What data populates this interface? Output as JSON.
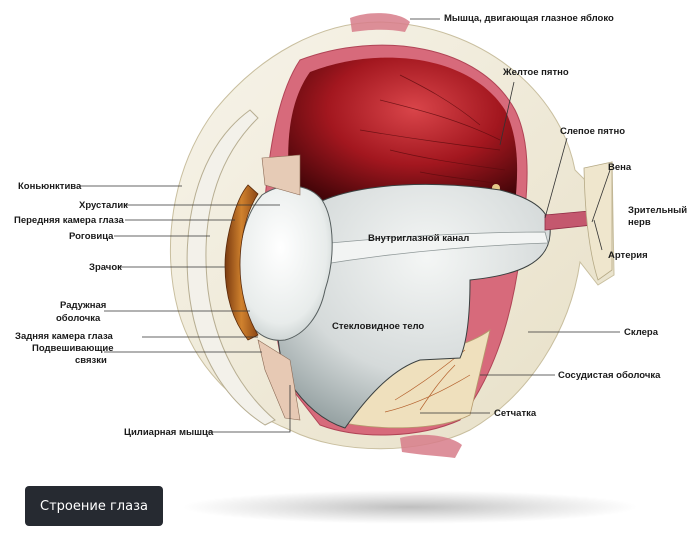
{
  "diagram": {
    "title": "Строение глаза",
    "colors": {
      "sclera": "#efe9d6",
      "choroid": "#c94a5a",
      "retina_inner": "#8b1118",
      "vitreous": "#d9dede",
      "lens": "#eef1f0",
      "iris": "#b8651f",
      "caption_bg": "#262a31"
    },
    "labels": {
      "muscle": "Мышца, двигающая глазное яблоко",
      "macula": "Желтое пятно",
      "blind_spot": "Слепое пятно",
      "vein": "Вена",
      "optic_nerve_line1": "Зрительный",
      "optic_nerve_line2": "нерв",
      "artery": "Артерия",
      "hyaloid_canal": "Внутриглазной канал",
      "vitreous_body": "Стекловидное тело",
      "sclera": "Склера",
      "choroid": "Сосудистая оболочка",
      "retina": "Сетчатка",
      "ciliary_muscle": "Цилиарная мышца",
      "conjunctiva": "Коньюнктива",
      "lens": "Хрусталик",
      "anterior_chamber": "Передняя камера глаза",
      "cornea": "Роговица",
      "pupil": "Зрачок",
      "iris_line1": "Радужная",
      "iris_line2": "оболочка",
      "posterior_chamber": "Задняя камера глаза",
      "zonules_line1": "Подвешивающие",
      "zonules_line2": "связки"
    }
  }
}
